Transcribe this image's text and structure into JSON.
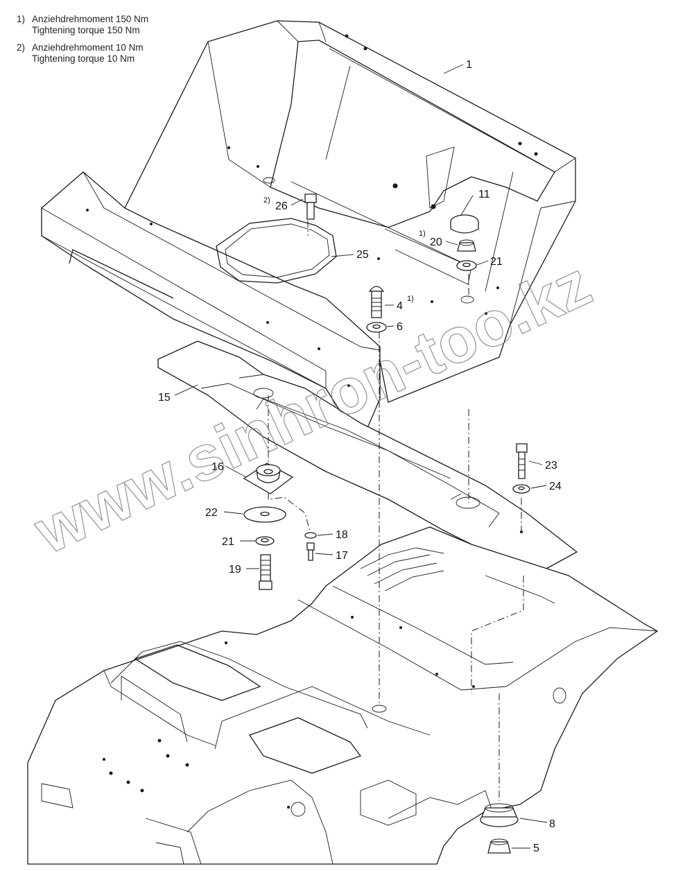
{
  "notes": [
    {
      "num": "1)",
      "de": "Anziehdrehmoment 150 Nm",
      "en": "Tightening torque 150 Nm"
    },
    {
      "num": "2)",
      "de": "Anziehdrehmoment 10 Nm",
      "en": "Tightening torque 10 Nm"
    }
  ],
  "watermark": "www.sinhron-too.kz",
  "callouts": {
    "c1": "1",
    "c4": "4",
    "c5": "5",
    "c6": "6",
    "c8": "8",
    "c11": "11",
    "c15": "15",
    "c16": "16",
    "c17": "17",
    "c18": "18",
    "c19": "19",
    "c20": "20",
    "c21a": "21",
    "c21b": "21",
    "c22": "22",
    "c23": "23",
    "c24": "24",
    "c25": "25",
    "c26": "26"
  },
  "superscripts": {
    "s26": "2)",
    "s20": "1)",
    "s4": "1)"
  }
}
